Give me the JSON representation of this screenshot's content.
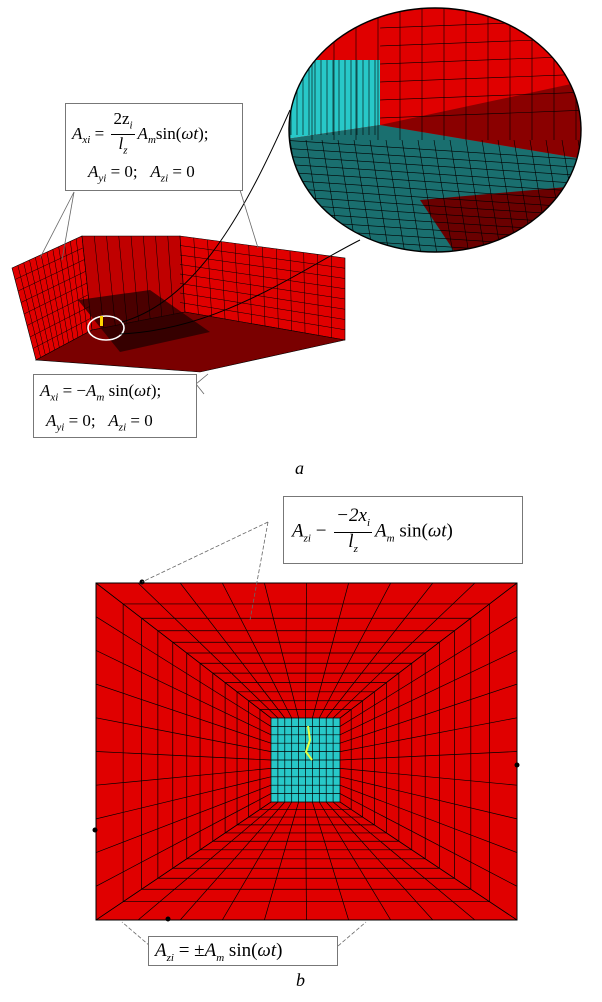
{
  "panel_a": {
    "caption": "a",
    "eq_top": {
      "lhs": "A",
      "lhs_sub": "xi",
      "frac_num": "2z",
      "frac_num_sub": "i",
      "frac_den": "l",
      "frac_den_sub": "z",
      "rhs": "A",
      "rhs_sub": "m",
      "rhs_func": "sin(",
      "rhs_arg": "ωt",
      "rhs_end": ");",
      "line2_a": "A",
      "line2_a_sub": "yi",
      "line2_a_val": " = 0;",
      "line2_b": "A",
      "line2_b_sub": "zi",
      "line2_b_val": " = 0"
    },
    "eq_bottom": {
      "line1_lhs": "A",
      "line1_lhs_sub": "xi",
      "line1_eq": " = −",
      "line1_A": "A",
      "line1_A_sub": "m",
      "line1_func": " sin(",
      "line1_arg": "ωt",
      "line1_end": ");",
      "line2_a": "A",
      "line2_a_sub": "yi",
      "line2_a_val": " = 0;",
      "line2_b": "A",
      "line2_b_sub": "zi",
      "line2_b_val": " = 0"
    }
  },
  "panel_b": {
    "caption": "b",
    "eq_top": {
      "lhs": "A",
      "lhs_sub": "zi",
      "mid": " − ",
      "frac_num": "−2x",
      "frac_num_sub": "i",
      "frac_den": "l",
      "frac_den_sub": "z",
      "rhs": "A",
      "rhs_sub": "m",
      "rhs_func": " sin(",
      "rhs_arg": "ωt",
      "rhs_end": ")"
    },
    "eq_bottom": {
      "lhs": "A",
      "lhs_sub": "zi",
      "eq": " = ±",
      "A": "A",
      "A_sub": "m",
      "func": " sin(",
      "arg": "ωt",
      "end": ")"
    }
  },
  "colors": {
    "mesh_red": "#e00000",
    "mesh_dark_red": "#8a0000",
    "mesh_cyan": "#28c8c8",
    "mesh_teal": "#1a6f6f",
    "grid_line": "#000000"
  }
}
